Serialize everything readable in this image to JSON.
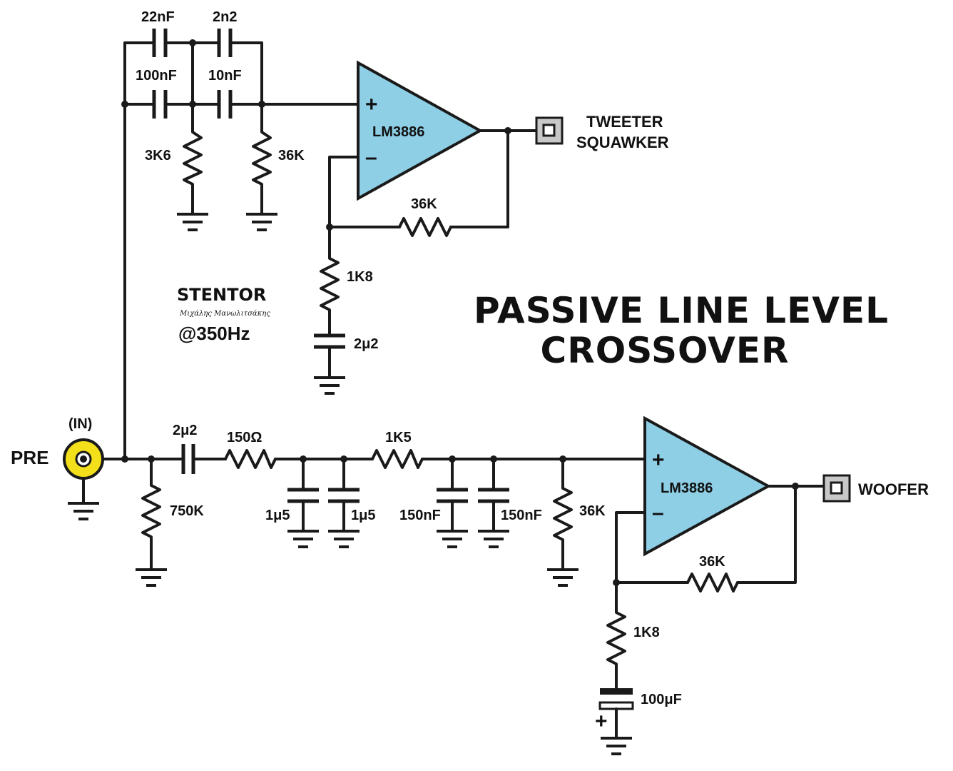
{
  "title": {
    "line1": "PASSIVE LINE LEVEL",
    "line2": "CROSSOVER"
  },
  "brand": {
    "name": "STENTOR",
    "author": "Μιχάλης Μανωλιτσάκης",
    "frequency": "@350Hz"
  },
  "input": {
    "label": "PRE",
    "tag": "(IN)"
  },
  "outputs": {
    "tweeter_line1": "TWEETER",
    "tweeter_line2": "SQUAWKER",
    "woofer": "WOOFER"
  },
  "high_section": {
    "cap_top_left": "22nF",
    "cap_top_right": "2n2",
    "cap_bottom_left": "100nF",
    "cap_bottom_right": "10nF",
    "res_shunt_1": "3K6",
    "res_shunt_2": "36K",
    "opamp": "LM3886",
    "res_feedback": "36K",
    "res_ground": "1K8",
    "cap_ground": "2μ2"
  },
  "low_section": {
    "cap_series": "2μ2",
    "res_series_1": "150Ω",
    "res_shunt_input": "750K",
    "cap_shunt_1": "1μ5",
    "cap_shunt_2": "1μ5",
    "res_series_2": "1K5",
    "cap_shunt_3": "150nF",
    "cap_shunt_4": "150nF",
    "res_shunt_bias": "36K",
    "opamp": "LM3886",
    "res_feedback": "36K",
    "res_ground": "1K8",
    "cap_ground": "100μF"
  },
  "symbols": {
    "plus": "+",
    "minus": "–",
    "electrolytic_plus": "+"
  }
}
